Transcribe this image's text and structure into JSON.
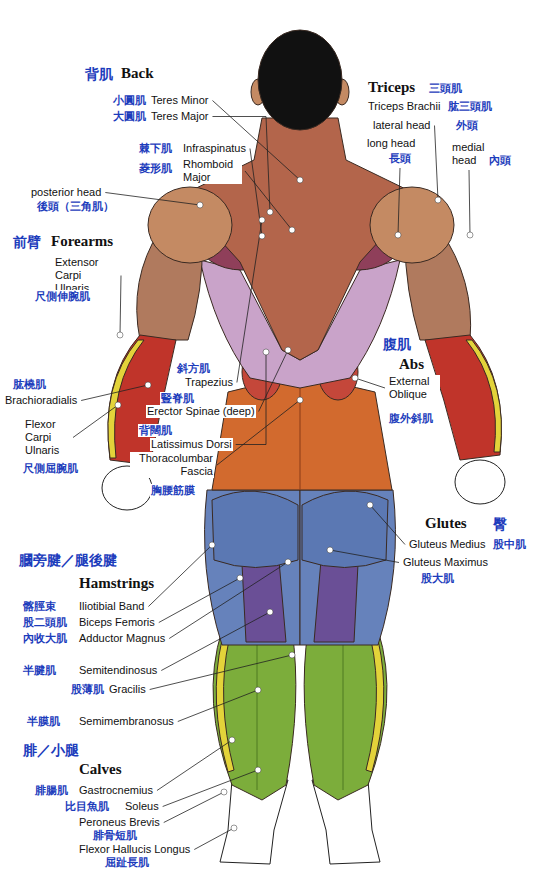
{
  "diagram": {
    "labels": [
      "背肌",
      "Back",
      "小圓肌",
      "Teres Minor",
      "大圓肌",
      "Teres Major",
      "棘下肌",
      "Infraspinatus",
      "菱形肌",
      "Rhomboid Major",
      "posterior head",
      "後頭（三角肌）",
      "前臂",
      "Forearms",
      "Extensor Carpi Ulnaris",
      "尺側伸腕肌",
      "肱橈肌",
      "Brachioradialis",
      "Flexor Carpi Ulnaris",
      "尺側屈腕肌",
      "斜方肌",
      "Trapezius",
      "豎脊肌",
      "Erector Spinae (deep)",
      "背闊肌",
      "Latissimus Dorsi",
      "Thoracolumbar Fascia",
      "胸腰筋膜",
      "Triceps",
      "三頭肌",
      "Triceps Brachii",
      "肱三頭肌",
      "lateral head",
      "外頭",
      "long head",
      "長頭",
      "medial head",
      "內頭",
      "腹肌",
      "Abs",
      "External Oblique",
      "腹外斜肌",
      "Glutes",
      "臀",
      "Gluteus Medius",
      "股中肌",
      "Gluteus Maximus",
      "股大肌",
      "膕旁腱／腿後腱",
      "Hamstrings",
      "髂脛束",
      "Iliotibial Band",
      "股二頭肌",
      "Biceps Femoris",
      "內收大肌",
      "Adductor Magnus",
      "半腱肌",
      "Semitendinosus",
      "股薄肌",
      "Gracilis",
      "半膜肌",
      "Semimembranosus",
      "腓／小腿",
      "Calves",
      "腓腸肌",
      "Gastrocnemius",
      "比目魚肌",
      "Soleus",
      "Peroneus Brevis",
      "腓骨短肌",
      "Flexor Hallucis Longus",
      "屈趾長肌"
    ]
  }
}
